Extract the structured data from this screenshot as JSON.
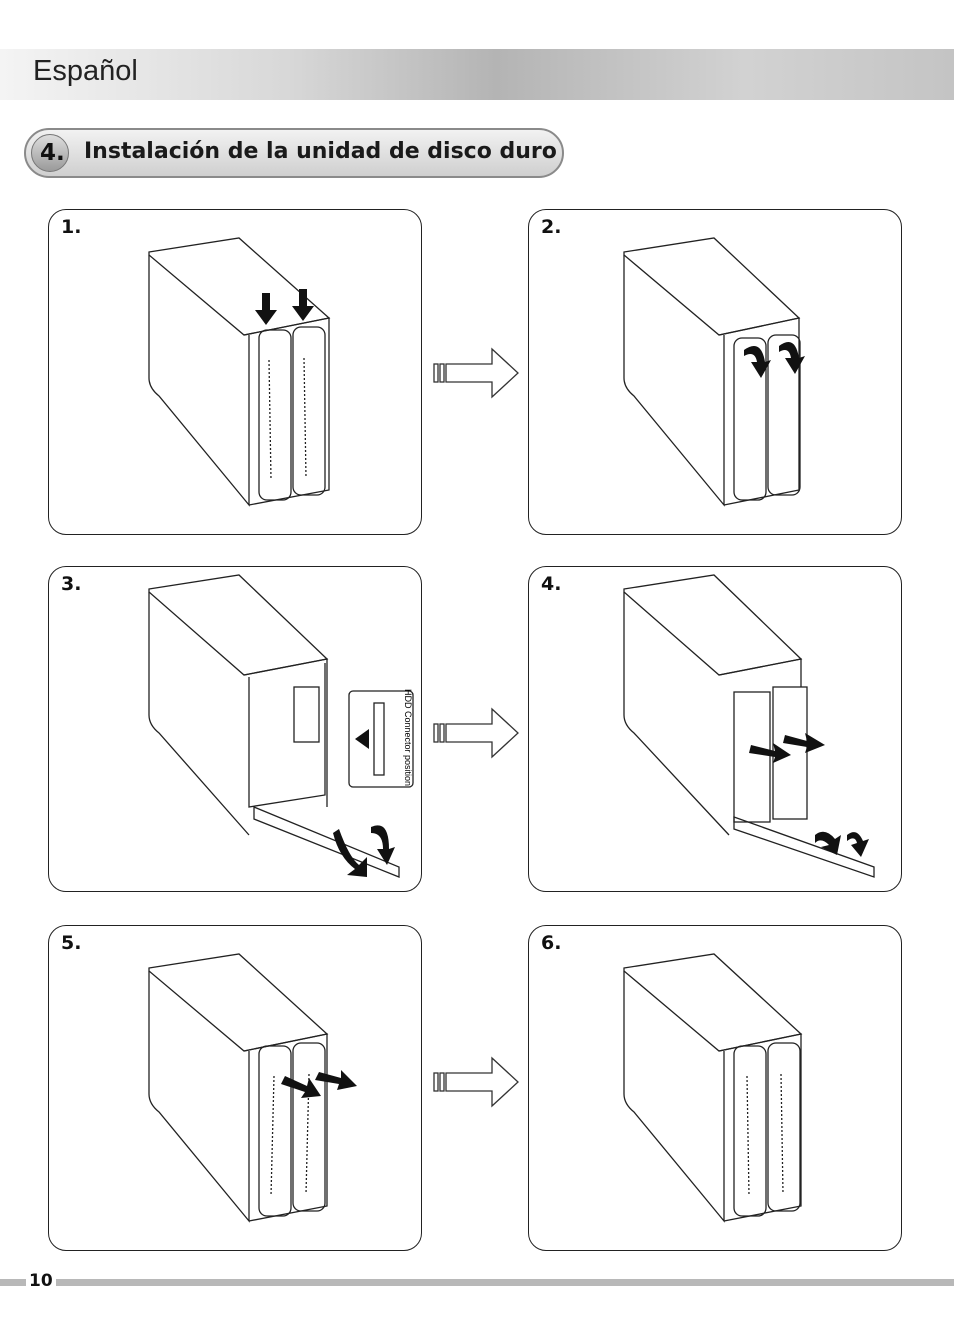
{
  "header": {
    "language": "Español"
  },
  "section": {
    "number": "4.",
    "title": "Instalación de la unidad de disco duro"
  },
  "steps": [
    {
      "label": "1."
    },
    {
      "label": "2."
    },
    {
      "label": "3.",
      "callout": "HDD Connector position"
    },
    {
      "label": "4."
    },
    {
      "label": "5."
    },
    {
      "label": "6."
    }
  ],
  "footer": {
    "page_number": "10"
  }
}
